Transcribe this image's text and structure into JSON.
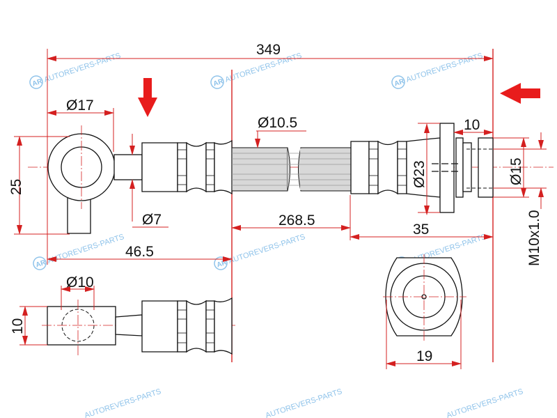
{
  "watermark": {
    "logo": "AR",
    "text": "AUTOREVERS-PARTS"
  },
  "dimensions": {
    "overall_length": "349",
    "eye_diameter": "Ø17",
    "eye_height": "25",
    "tube_diameter": "Ø7",
    "fitting_offset": "46.5",
    "hose_diameter": "Ø10.5",
    "hose_length": "268.5",
    "end_fitting_length": "35",
    "nut_to_end": "10",
    "nut_diameter": "Ø23",
    "thread_outer_diameter": "Ø15",
    "thread_spec": "M10x1.0",
    "eye_hole_diameter": "Ø10",
    "eye_thickness": "10",
    "end_view_width": "19"
  },
  "colors": {
    "dimension": "#d42020",
    "arrow": "#e81c1c",
    "watermark": "#8fc3ea"
  }
}
